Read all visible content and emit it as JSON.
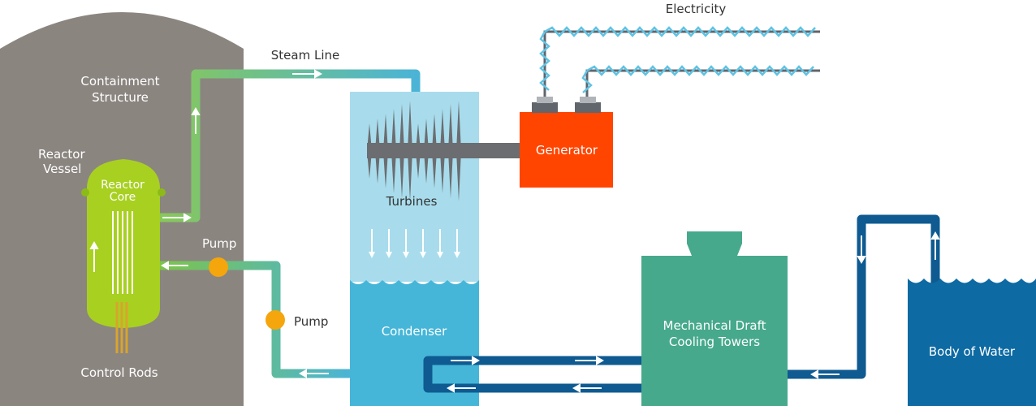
{
  "labels": {
    "containment_line1": "Containment",
    "containment_line2": "Structure",
    "reactor_vessel_line1": "Reactor",
    "reactor_vessel_line2": "Vessel",
    "reactor_core_line1": "Reactor",
    "reactor_core_line2": "Core",
    "control_rods": "Control Rods",
    "steam_line": "Steam Line",
    "turbines": "Turbines",
    "condenser": "Condenser",
    "pump_upper": "Pump",
    "pump_lower": "Pump",
    "generator": "Generator",
    "electricity": "Electricity",
    "cooling_towers_line1": "Mechanical Draft",
    "cooling_towers_line2": "Cooling Towers",
    "body_of_water": "Body of Water"
  },
  "colors": {
    "containment": "#8b8580",
    "reactor_green": "#a8d021",
    "reactor_dark_green": "#8cbb18",
    "steam_green": "#7cc44a",
    "pipe_blue": "#4bb4d6",
    "pipe_dark_blue": "#0e5a91",
    "turbine_bg": "#a8dcec",
    "condenser_bg": "#45b6d8",
    "turbine_blades": "#6b6d70",
    "generator": "#ff4500",
    "pump": "#f4a60c",
    "cooling_tower": "#47a98c",
    "body_of_water": "#0d6aa3",
    "wire_gray": "#60666c",
    "wire_zigzag": "#5ec3e4",
    "control_rods": "#d9a42c"
  }
}
